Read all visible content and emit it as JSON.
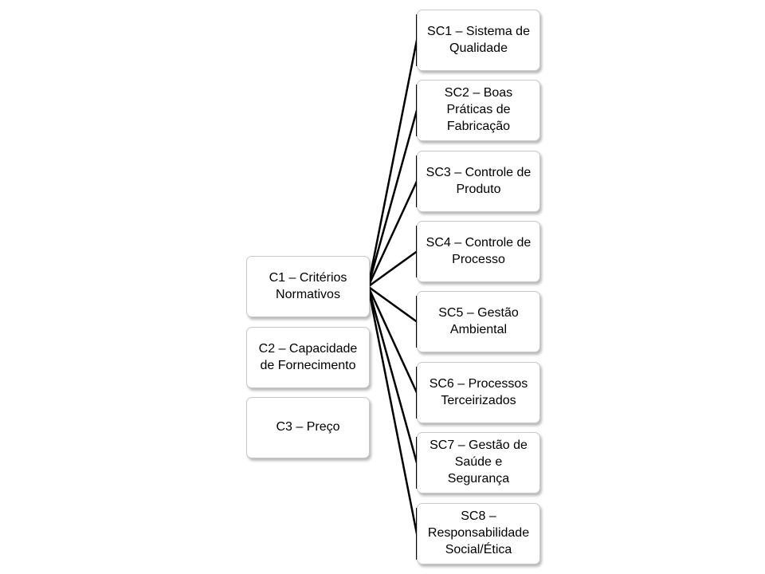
{
  "criteria": [
    {
      "label": "C1 – Critérios\nNormativos"
    },
    {
      "label": "C2 – Capacidade\nde Fornecimento"
    },
    {
      "label": "C3 – Preço"
    }
  ],
  "subcriteria": [
    {
      "label": "SC1 – Sistema de\nQualidade"
    },
    {
      "label": "SC2 – Boas\nPráticas de\nFabricação"
    },
    {
      "label": "SC3 – Controle de\nProduto"
    },
    {
      "label": "SC4 – Controle de\nProcesso"
    },
    {
      "label": "SC5 – Gestão\nAmbiental"
    },
    {
      "label": "SC6 – Processos\nTerceirizados"
    },
    {
      "label": "SC7 – Gestão de\nSaúde e\nSegurança"
    },
    {
      "label": "SC8 –\nResponsabilidade\nSocial/Ética"
    }
  ],
  "colors": {
    "connector": "#000000",
    "box_border": "#c9c9c9",
    "box_fill": "#ffffff"
  }
}
